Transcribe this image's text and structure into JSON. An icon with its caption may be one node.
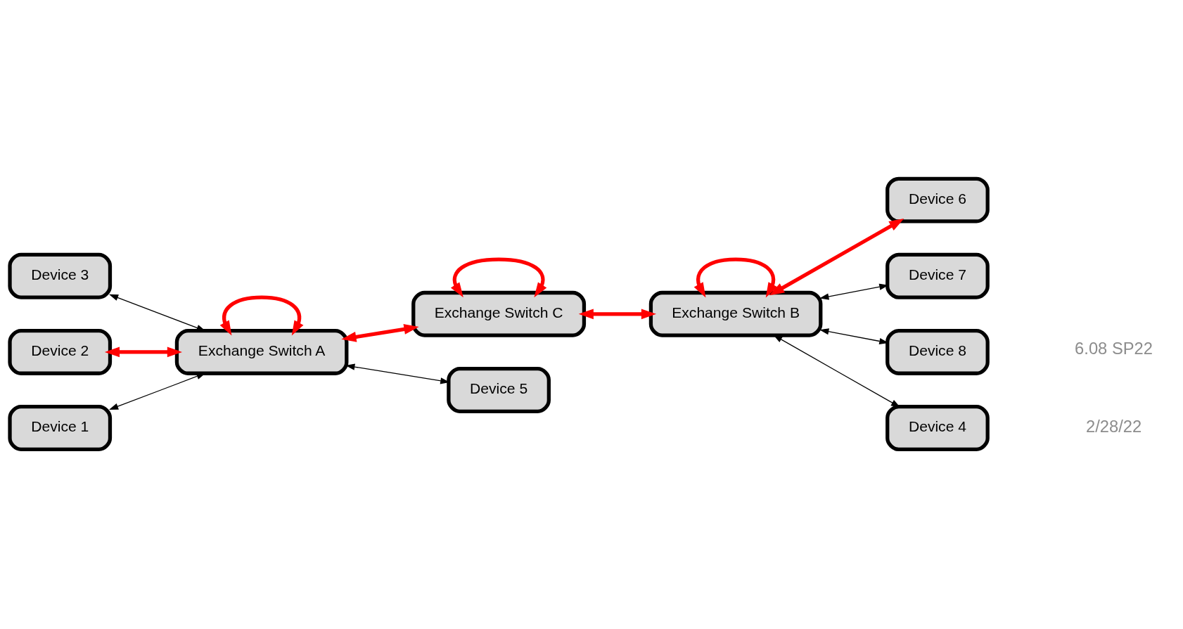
{
  "diagram": {
    "nodes": [
      {
        "text": [
          "Device 3"
        ]
      },
      {
        "text": [
          "Device 6"
        ]
      },
      {
        "text": [
          "Device 2"
        ]
      },
      {
        "text": [
          "Device 7"
        ]
      },
      {
        "text": [
          "Exchange Switch A"
        ]
      },
      {
        "text": [
          "Exchange Switch C"
        ]
      },
      {
        "text": [
          "Exchange Switch B"
        ]
      },
      {
        "text": [
          "Device 8"
        ]
      },
      {
        "text": [
          "Device 1"
        ]
      },
      {
        "text": [
          "Device 4"
        ]
      },
      {
        "text": [
          "Device 5"
        ]
      }
    ],
    "edges": [
      {
        "from": 2,
        "to": 4,
        "arrow": "both"
      },
      {
        "from": 0,
        "to": 4,
        "arrow": "both",
        "color": "#000000"
      },
      {
        "from": 4,
        "to": 4,
        "arrow": "both"
      },
      {
        "from": 4,
        "to": 5,
        "arrow": "both"
      },
      {
        "from": 5,
        "to": 5,
        "arrow": "both"
      },
      {
        "from": 5,
        "to": 6,
        "arrow": "both"
      },
      {
        "from": 6,
        "to": 6,
        "arrow": "both"
      },
      {
        "from": 6,
        "to": 1,
        "arrow": "both"
      },
      {
        "from": 6,
        "to": 3,
        "arrow": "both",
        "color": "#000000"
      },
      {
        "from": 6,
        "to": 7,
        "arrow": "both",
        "color": "#000000"
      },
      {
        "from": 6,
        "to": 9,
        "arrow": "both",
        "color": "#000000"
      },
      {
        "from": 8,
        "to": 4,
        "arrow": "both",
        "color": "#000000"
      },
      {
        "from": 4,
        "to": 10,
        "arrow": "both",
        "color": "#000000"
      }
    ],
    "labels": [
      "2/28/22",
      "6.08 SP22"
    ]
  }
}
